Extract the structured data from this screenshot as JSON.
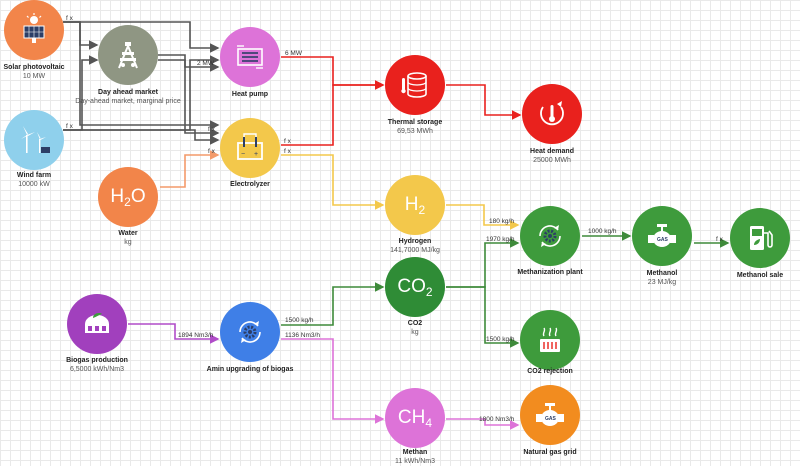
{
  "nodes": {
    "solar": {
      "title": "Solar photovoltaic",
      "sub": "10 MW",
      "color": "#f2854a"
    },
    "wind": {
      "title": "Wind farm",
      "sub": "10000 kW",
      "color": "#8fd0ec"
    },
    "dayahead": {
      "title": "Day ahead market",
      "sub": "Day-ahead market, marginal price",
      "color": "#8f9683"
    },
    "heatpump": {
      "title": "Heat pump",
      "sub": "",
      "color": "#dd73d8"
    },
    "electrolyzer": {
      "title": "Electrolyzer",
      "sub": "",
      "color": "#f3c84b"
    },
    "water": {
      "title": "Water",
      "sub": "kg",
      "chem": "H",
      "chem_sub": "2",
      "chem_tail": "O",
      "color": "#f2854a"
    },
    "thermal": {
      "title": "Thermal storage",
      "sub": "69,53 MWh",
      "color": "#e9211d"
    },
    "heatdemand": {
      "title": "Heat demand",
      "sub": "25000 MWh",
      "color": "#e9211d"
    },
    "hydrogen": {
      "title": "Hydrogen",
      "sub": "141,7000 MJ/kg",
      "chem": "H",
      "chem_sub": "2",
      "color": "#f3c84b"
    },
    "co2": {
      "title": "CO2",
      "sub": "kg",
      "chem": "CO",
      "chem_sub": "2",
      "color": "#2f8c36"
    },
    "methanization": {
      "title": "Methanization plant",
      "sub": "",
      "color": "#3e9b3c"
    },
    "methanol": {
      "title": "Methanol",
      "sub": "23 MJ/kg",
      "color": "#3e9b3c"
    },
    "methanolsale": {
      "title": "Methanol sale",
      "sub": "",
      "color": "#3e9b3c"
    },
    "co2rej": {
      "title": "CO2 rejection",
      "sub": "",
      "color": "#3e9b3c"
    },
    "biogas": {
      "title": "Biogas production",
      "sub": "6,5000 kWh/Nm3",
      "color": "#a140bd"
    },
    "amin": {
      "title": "Amin upgrading of biogas",
      "sub": "",
      "color": "#3f7fe7"
    },
    "methan": {
      "title": "Methan",
      "sub": "11 kWh/Nm3",
      "chem": "CH",
      "chem_sub": "4",
      "color": "#dd73d8"
    },
    "natgas": {
      "title": "Natural gas grid",
      "sub": "",
      "color": "#f28c1f"
    }
  },
  "edge_labels": {
    "solar_fx": "f x",
    "wind_fx": "f x",
    "dayahead_2mw": "2 MW",
    "to_electro_fx": "f x",
    "heatpump_6mw": "6 MW",
    "electro_fx1": "f x",
    "electro_fx2": "f x",
    "water_fx": "f x",
    "h2_180": "180 kg/h",
    "co2_1970": "1970 kg/h",
    "co2_1500a": "1500 kg/h",
    "meth_1000": "1000 kg/h",
    "methanol_fx": "f x",
    "biogas_1894": "1894 Nm3/h",
    "amin_1500": "1500 kg/h",
    "amin_1136": "1136 Nm3/h",
    "methan_1800": "1800 Nm3/h"
  },
  "edge_colors": {
    "grey": "#555555",
    "red": "#e9211d",
    "yellow": "#f3c84b",
    "orange": "#f39a6a",
    "green": "#3e8a3a",
    "purple": "#b04cc8",
    "pink": "#dd73d8"
  }
}
